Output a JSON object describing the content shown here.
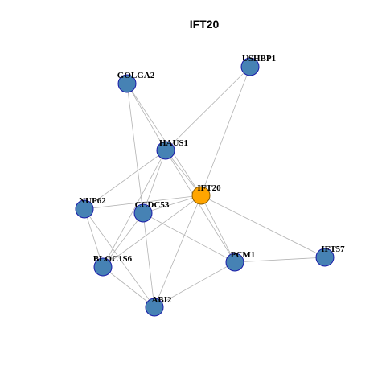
{
  "title": "IFT20",
  "colors": {
    "node_fill": "#4682B4",
    "node_stroke": "#1a1aa8",
    "center_fill": "#FFA500",
    "center_stroke": "#8a5a00",
    "edge": "#b3b3b3"
  },
  "nodes": [
    {
      "id": "GOLGA2",
      "label": "GOLGA2",
      "center": false
    },
    {
      "id": "USHBP1",
      "label": "USHBP1",
      "center": false
    },
    {
      "id": "HAUS1",
      "label": "HAUS1",
      "center": false
    },
    {
      "id": "IFT20",
      "label": "IFT20",
      "center": true
    },
    {
      "id": "NUP62",
      "label": "NUP62",
      "center": false
    },
    {
      "id": "CCDC53",
      "label": "CCDC53",
      "center": false
    },
    {
      "id": "BLOC1S6",
      "label": "BLOC1S6",
      "center": false
    },
    {
      "id": "PCM1",
      "label": "PCM1",
      "center": false
    },
    {
      "id": "IFT57",
      "label": "IFT57",
      "center": false
    },
    {
      "id": "ABI2",
      "label": "ABI2",
      "center": false
    }
  ],
  "edges": [
    [
      "GOLGA2",
      "HAUS1"
    ],
    [
      "GOLGA2",
      "IFT20"
    ],
    [
      "GOLGA2",
      "CCDC53"
    ],
    [
      "USHBP1",
      "HAUS1"
    ],
    [
      "USHBP1",
      "IFT20"
    ],
    [
      "HAUS1",
      "IFT20"
    ],
    [
      "HAUS1",
      "NUP62"
    ],
    [
      "HAUS1",
      "CCDC53"
    ],
    [
      "HAUS1",
      "BLOC1S6"
    ],
    [
      "HAUS1",
      "PCM1"
    ],
    [
      "IFT20",
      "NUP62"
    ],
    [
      "IFT20",
      "CCDC53"
    ],
    [
      "IFT20",
      "BLOC1S6"
    ],
    [
      "IFT20",
      "PCM1"
    ],
    [
      "IFT20",
      "IFT57"
    ],
    [
      "IFT20",
      "ABI2"
    ],
    [
      "NUP62",
      "BLOC1S6"
    ],
    [
      "NUP62",
      "ABI2"
    ],
    [
      "CCDC53",
      "BLOC1S6"
    ],
    [
      "CCDC53",
      "PCM1"
    ],
    [
      "CCDC53",
      "ABI2"
    ],
    [
      "BLOC1S6",
      "ABI2"
    ],
    [
      "PCM1",
      "IFT57"
    ],
    [
      "PCM1",
      "ABI2"
    ]
  ]
}
